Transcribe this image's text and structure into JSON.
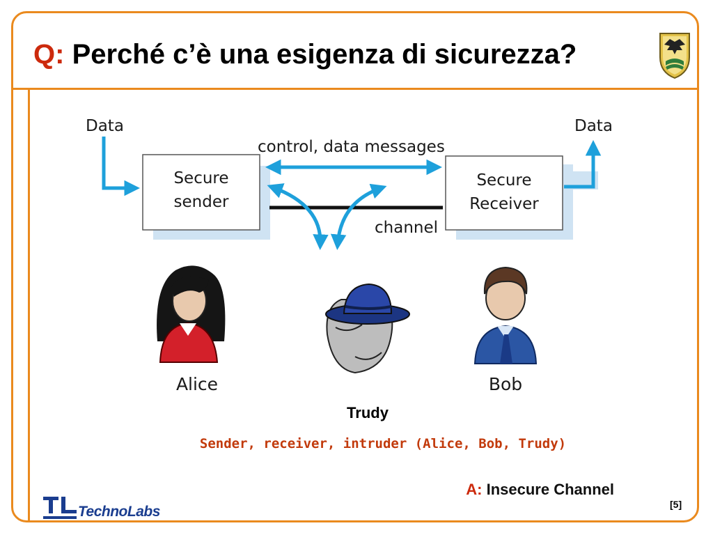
{
  "title": {
    "prefix": "Q:",
    "text": "Perché c’è una esigenza di sicurezza?"
  },
  "diagram": {
    "data_left": "Data",
    "data_right": "Data",
    "control_label": "control, data messages",
    "channel_label": "channel",
    "sender_line1": "Secure",
    "sender_line2": "sender",
    "receiver_line1": "Secure",
    "receiver_line2": "Receiver",
    "alice": "Alice",
    "bob": "Bob"
  },
  "trudy": "Trudy",
  "caption": "Sender, receiver, intruder (Alice, Bob, Trudy)",
  "answer": {
    "prefix": "A:",
    "text": "Insecure Channel"
  },
  "logo": {
    "part1": "Techno",
    "part2": "Labs"
  },
  "page_number": "[5]",
  "colors": {
    "accent_orange": "#ea8a1e",
    "title_red": "#cc2a0d",
    "arrow_blue": "#1ea0db",
    "caption_red": "#c23a0b"
  }
}
